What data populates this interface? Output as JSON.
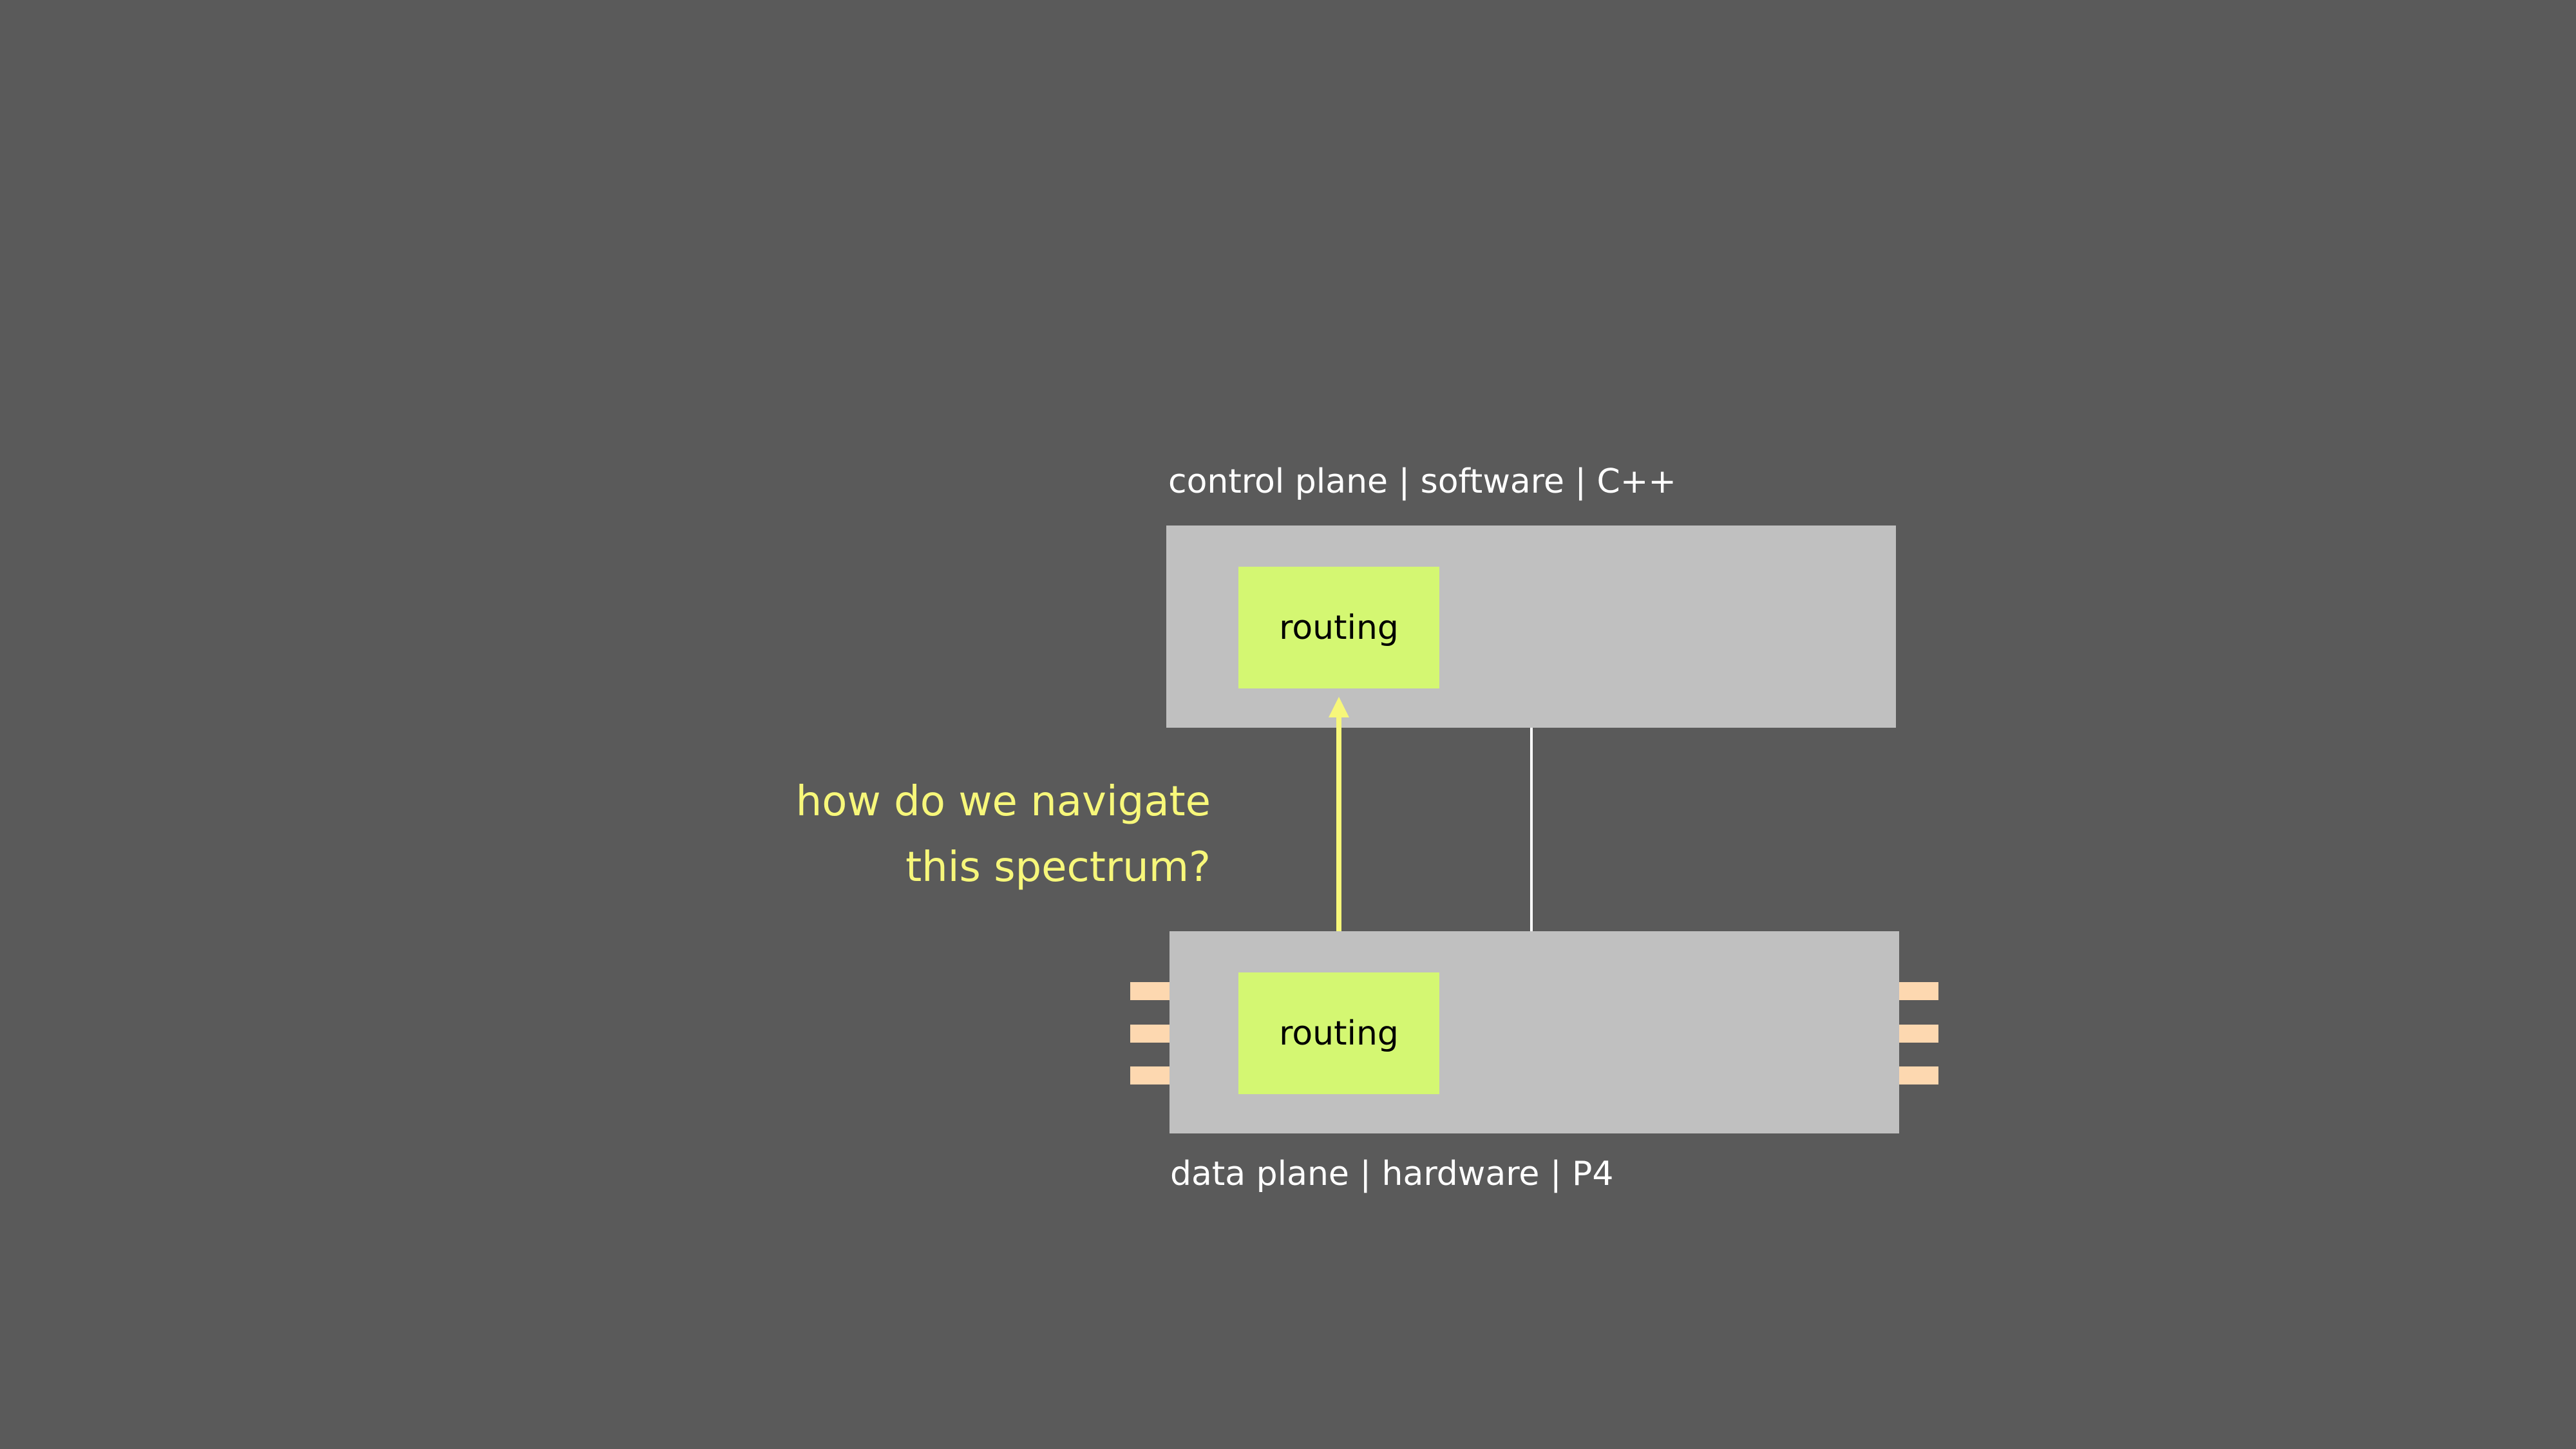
{
  "control_plane": {
    "label": "control plane | software | C++",
    "module_label": "routing"
  },
  "data_plane": {
    "label": "data plane | hardware | P4",
    "module_label": "routing",
    "port_color": "#fdd8b0"
  },
  "question": {
    "line1": "how do we navigate",
    "line2": "this spectrum?",
    "color": "#f7f77a"
  },
  "colors": {
    "background": "#5a5a5a",
    "plane": "#c0c0c0",
    "module": "#d4f772"
  }
}
